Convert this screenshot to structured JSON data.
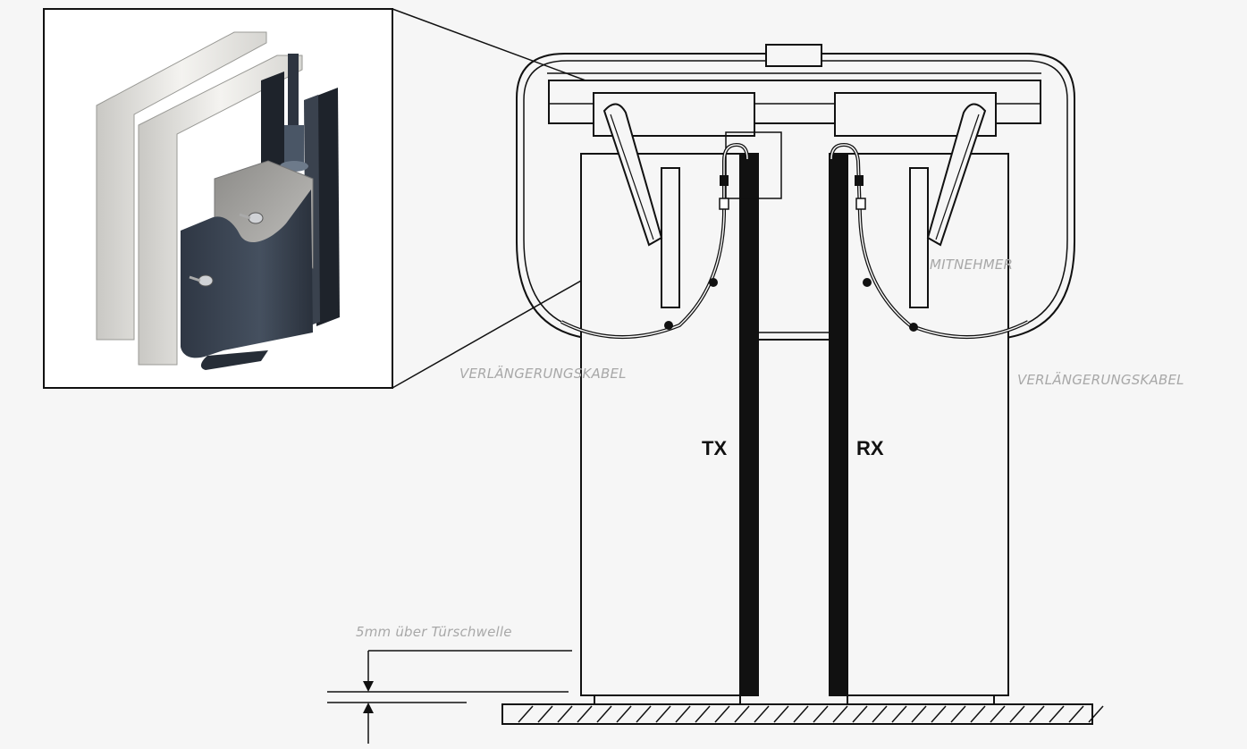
{
  "labels": {
    "mitnehmer": "MITNEHMER",
    "cable_left": "VERLÄNGERUNGSKABEL",
    "cable_right": "VERLÄNGERUNGSKABEL",
    "threshold": "5mm über Türschwelle",
    "tx": "TX",
    "rx": "RX"
  },
  "colors": {
    "line": "#111111",
    "label": "#a8a8a8",
    "background": "#f6f6f6",
    "profile_dark": "#3b4452",
    "profile_sheet": "#e3e2df"
  }
}
